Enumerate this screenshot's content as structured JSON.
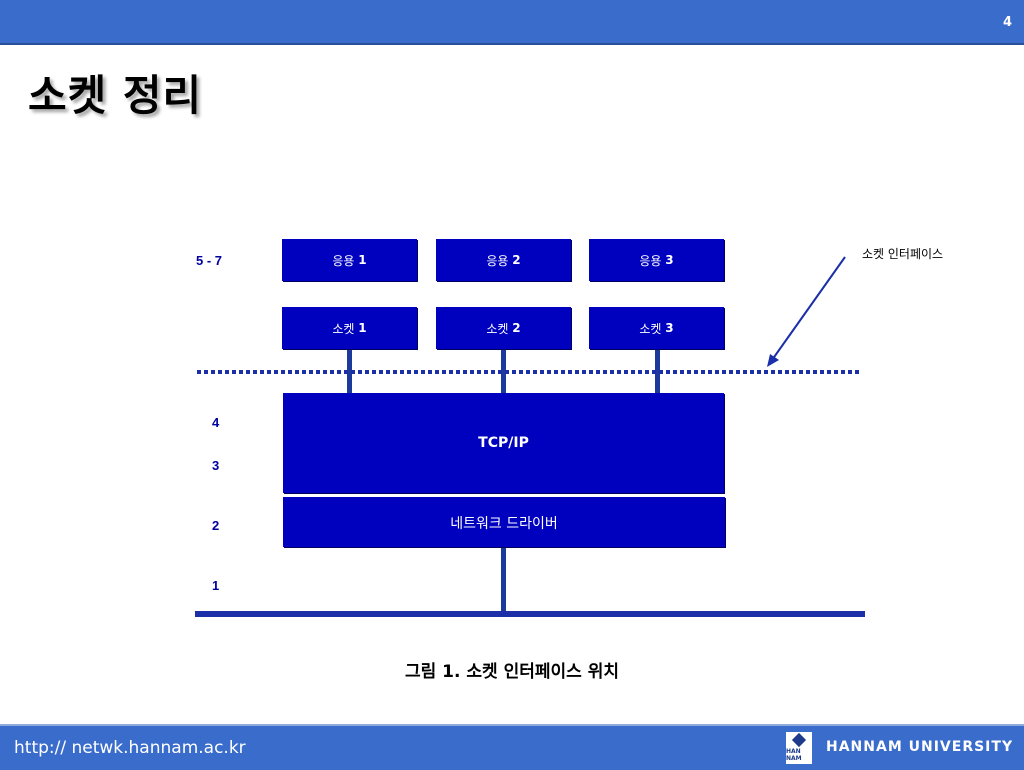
{
  "page_number": "4",
  "title": "소켓 정리",
  "diagram": {
    "apps": [
      {
        "name": "응용",
        "num": "1"
      },
      {
        "name": "응용",
        "num": "2"
      },
      {
        "name": "응용",
        "num": "3"
      }
    ],
    "sockets": [
      {
        "name": "소켓",
        "num": "1"
      },
      {
        "name": "소켓",
        "num": "2"
      },
      {
        "name": "소켓",
        "num": "3"
      }
    ],
    "tcpip_label": "TCP/IP",
    "driver_label": "네트워크 드라이버",
    "layer_numbers": {
      "app_range": "5  -  7",
      "four": "4",
      "three": "3",
      "two": "2",
      "one": "1"
    },
    "callout_label": "소켓 인터페이스",
    "caption": "그림 1. 소켓 인터페이스 위치",
    "colors": {
      "box": "#0000bf",
      "bar": "#3a6ccb",
      "line": "#00008b"
    }
  },
  "footer": {
    "url": "http:// netwk.hannam.ac.kr",
    "logo_text": "HAN NAM",
    "university": "HANNAM UNIVERSITY"
  }
}
